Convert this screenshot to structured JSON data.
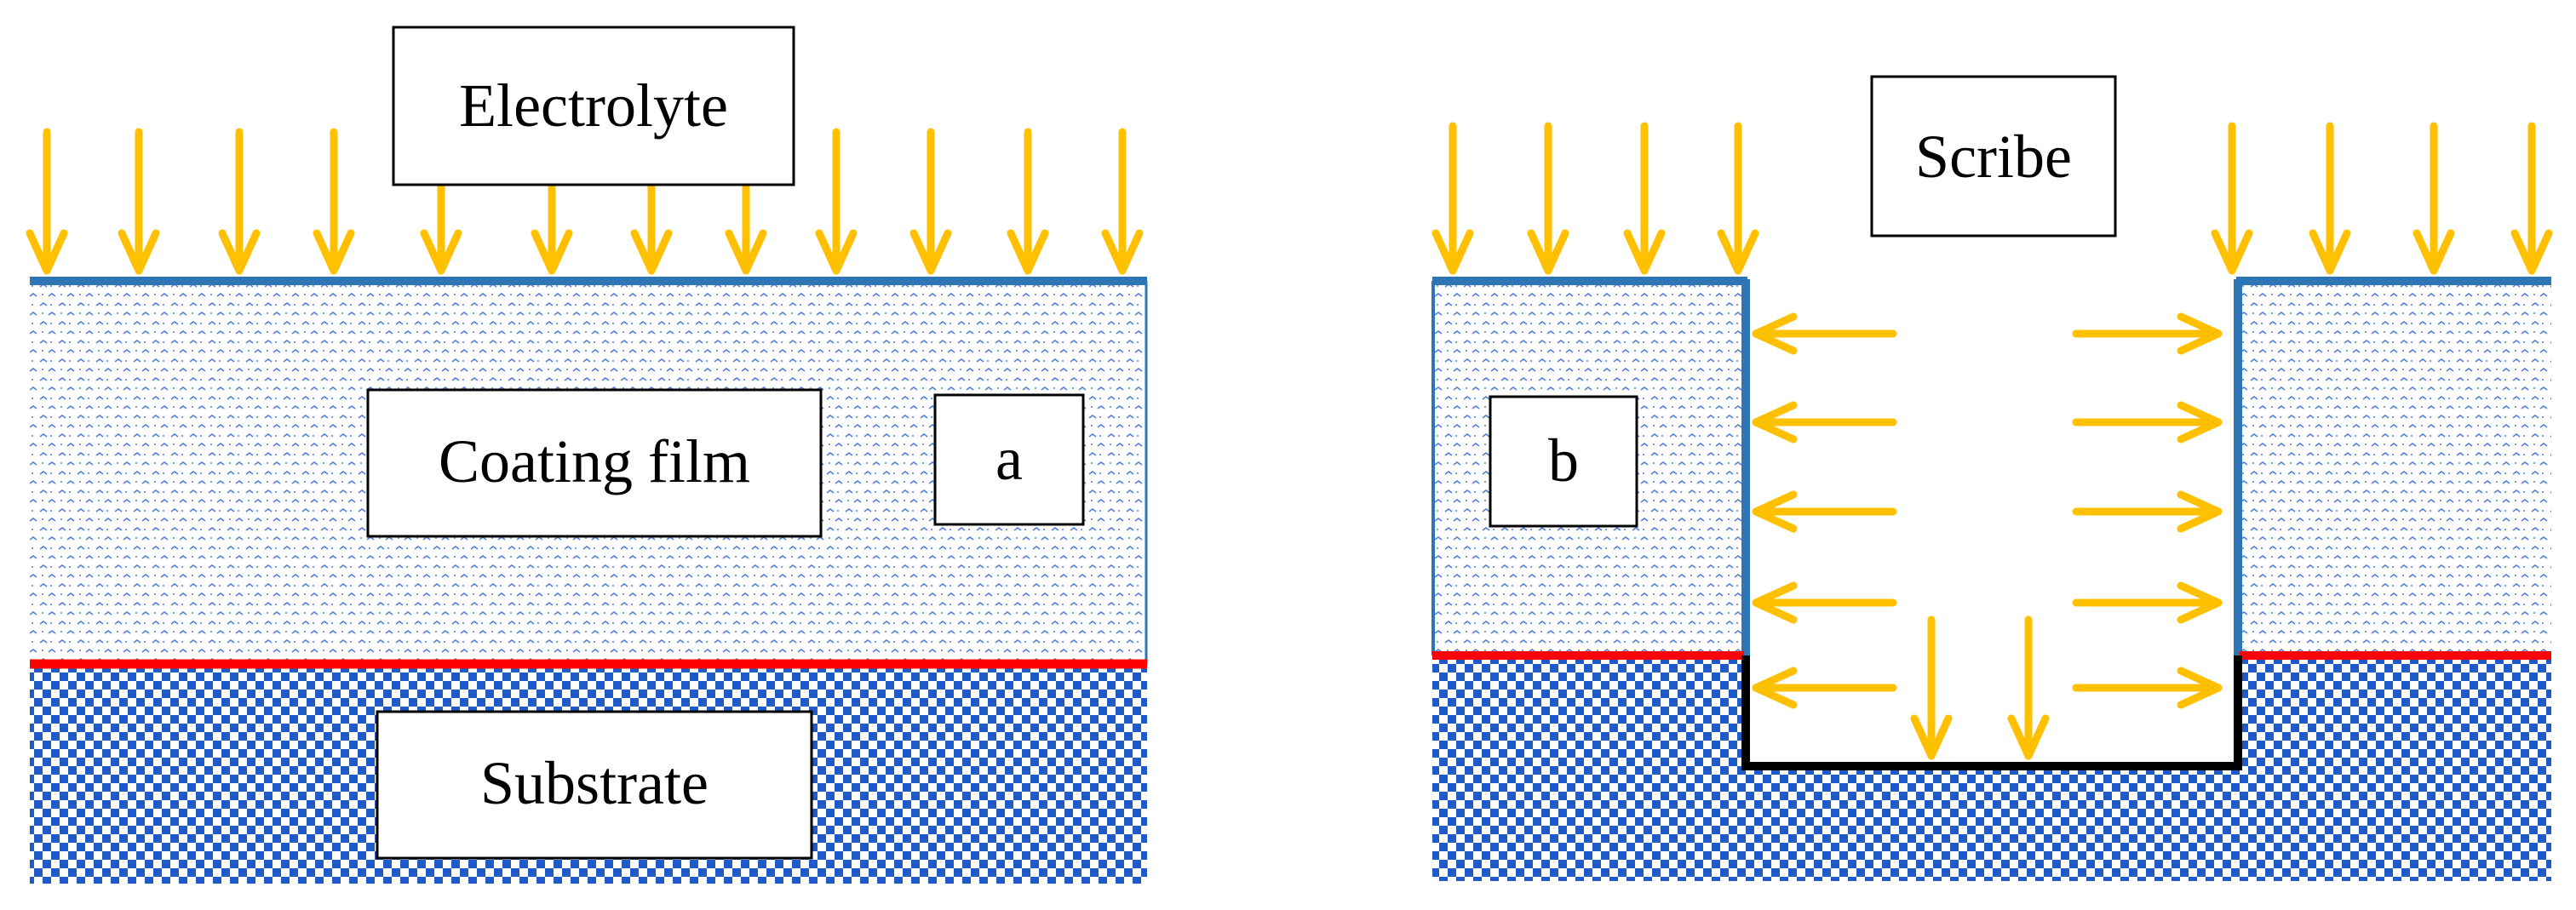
{
  "panels": {
    "a": {
      "panel_letter": "a",
      "electrolyte_label": "Electrolyte",
      "coating_label": "Coating film",
      "substrate_label": "Substrate"
    },
    "b": {
      "panel_letter": "b",
      "scribe_label": "Scribe"
    }
  },
  "colors": {
    "arrow": "#FFC000",
    "coating_surface": "#2E75B6",
    "coating_pattern": "#4F7FD8",
    "interface": "#FF0000",
    "substrate_pattern": "#1F5BC8",
    "scribe_outline": "#000000"
  },
  "icons": [
    "down-arrow-icon",
    "left-arrow-icon",
    "right-arrow-icon"
  ]
}
